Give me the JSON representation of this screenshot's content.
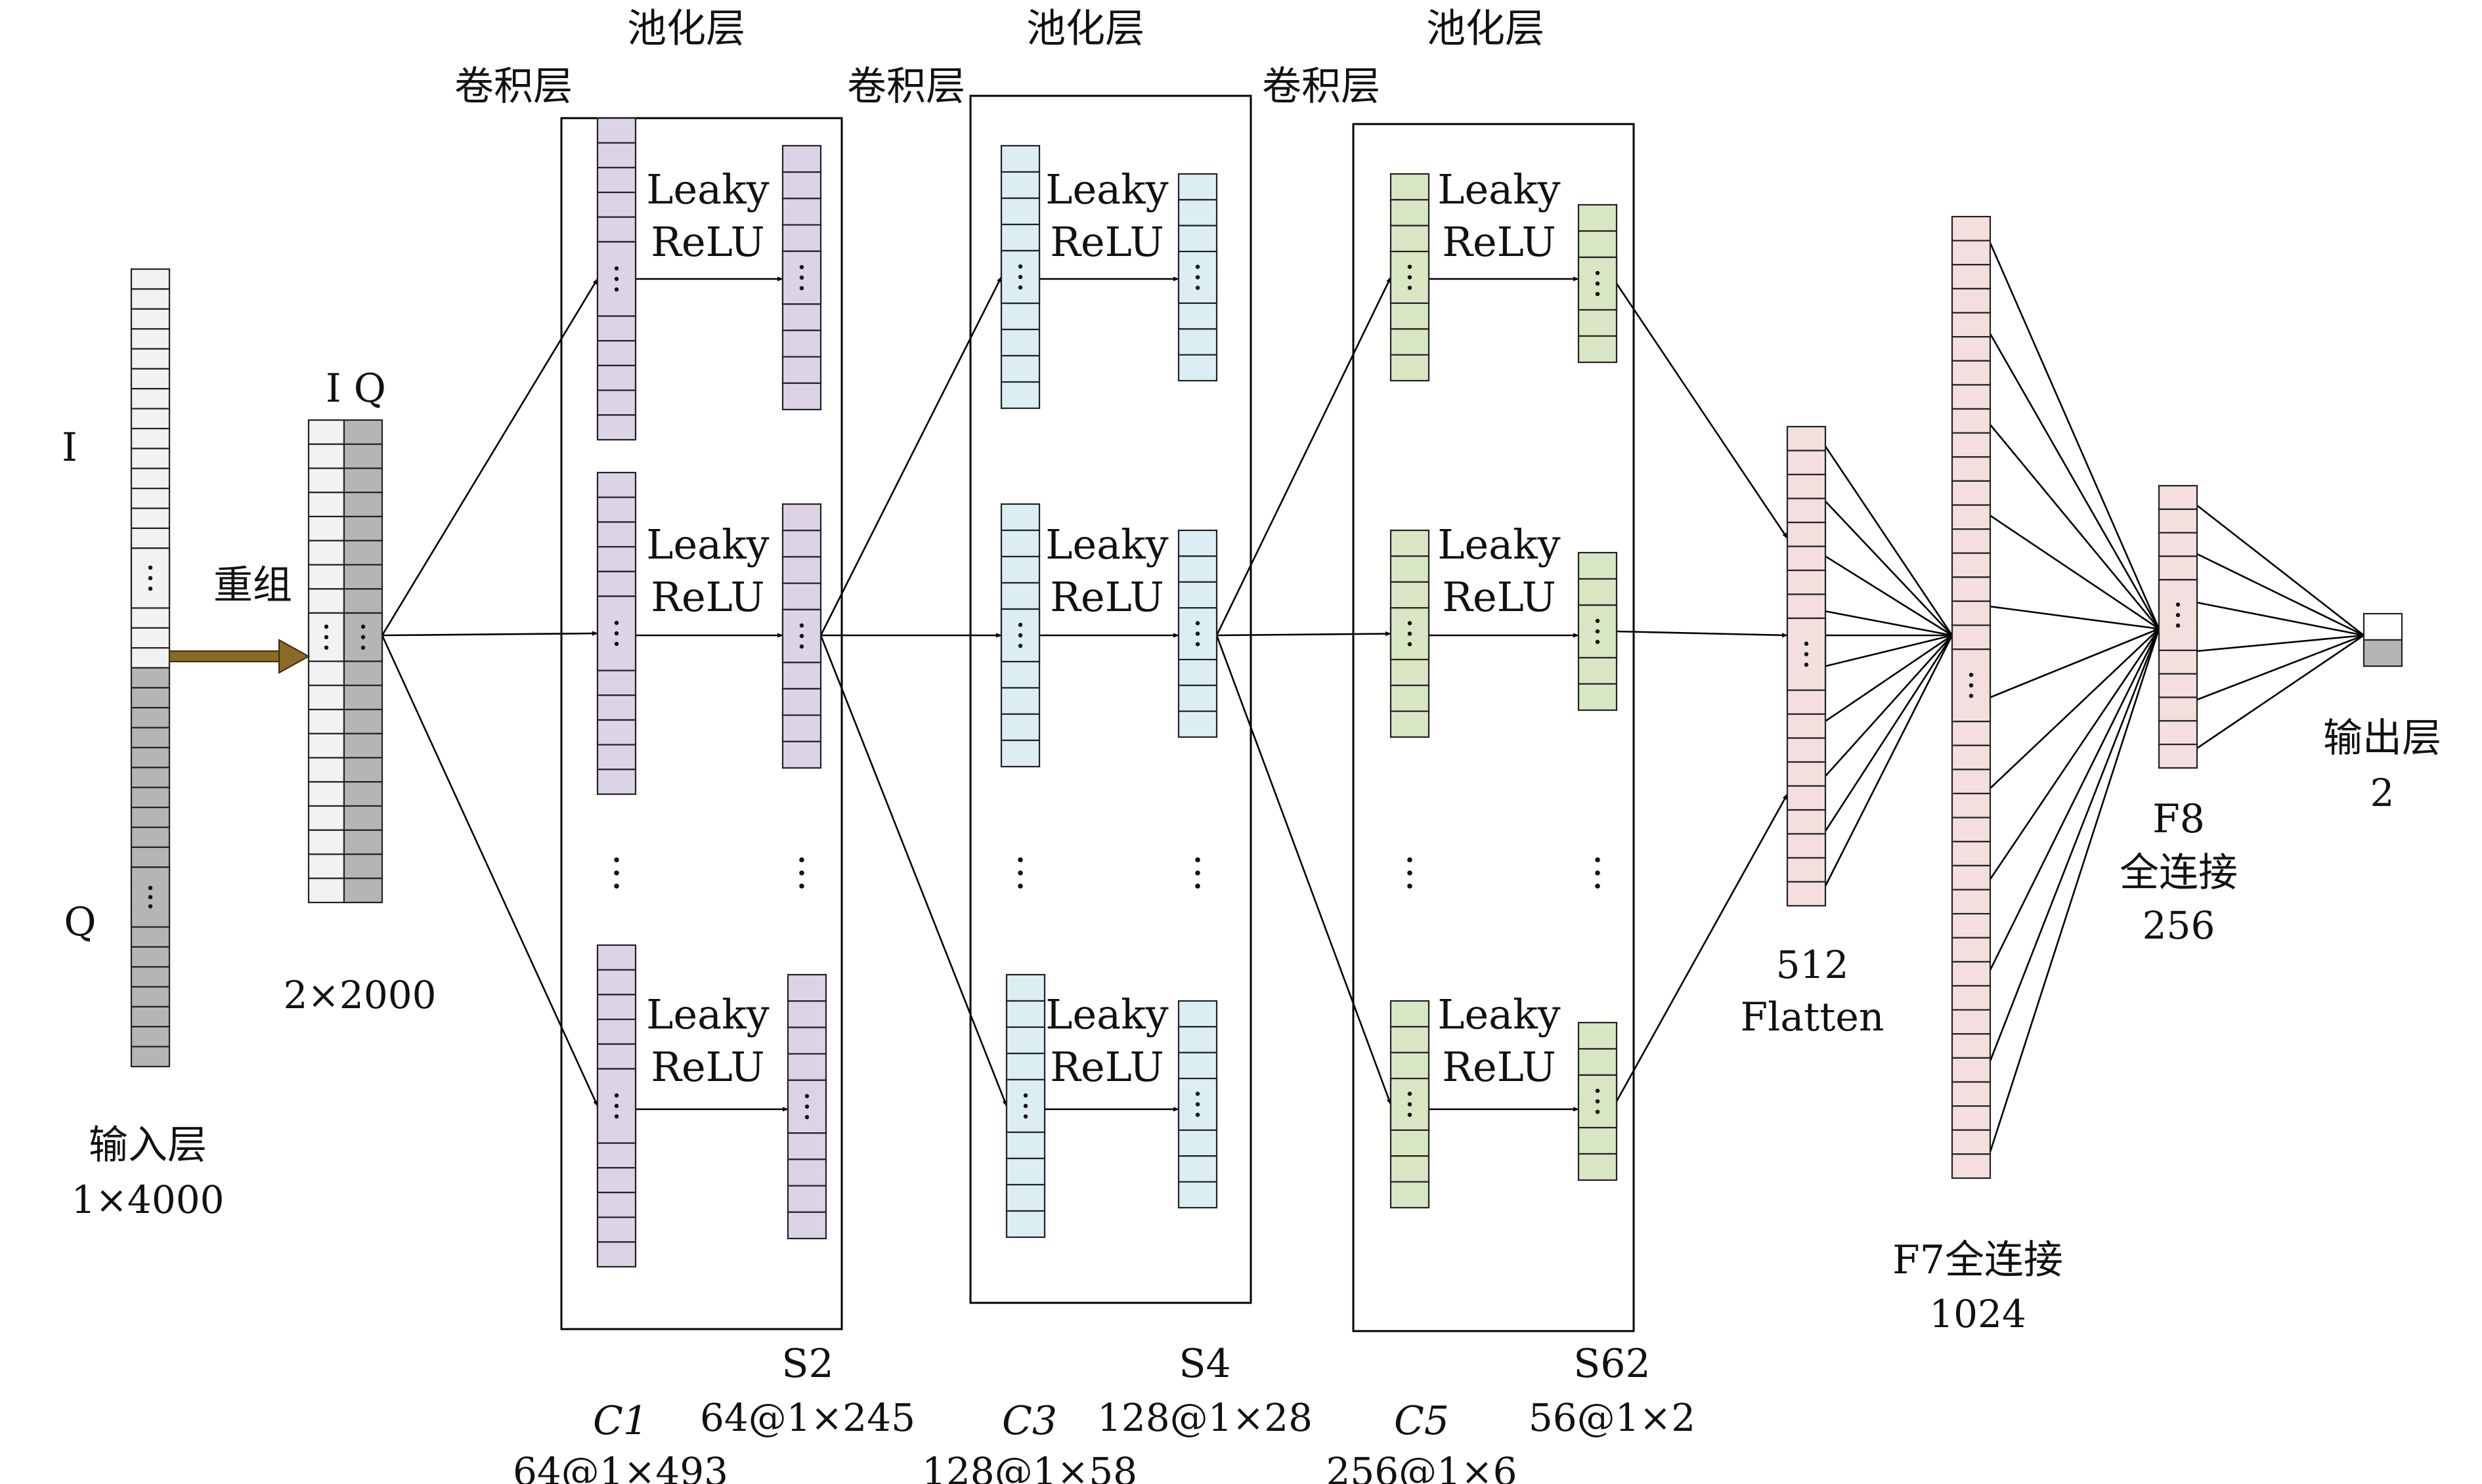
{
  "colors": {
    "input_i": "#f2f2f2",
    "input_q": "#b5b5b5",
    "conv1": "#dcd3e6",
    "conv3": "#dbeef4",
    "conv5": "#d8e6c4",
    "fc": "#f4dede",
    "arrow_fill": "#8a6a26",
    "line": "#000000"
  },
  "input": {
    "i_label": "I",
    "q_label": "Q",
    "title": "输入层",
    "size": "1×4000"
  },
  "reshape": {
    "arrow_label": "重组",
    "column_labels": "I Q",
    "size": "2×2000"
  },
  "block1": {
    "conv_header": "卷积层",
    "pool_header": "池化层",
    "activation_line1": "Leaky",
    "activation_line2": "ReLU",
    "conv_name": "C1",
    "conv_size": "64@1×493",
    "pool_name": "S2",
    "pool_size": "64@1×245"
  },
  "block2": {
    "conv_header": "卷积层",
    "pool_header": "池化层",
    "activation_line1": "Leaky",
    "activation_line2": "ReLU",
    "conv_name": "C3",
    "conv_size": "128@1×58",
    "pool_name": "S4",
    "pool_size": "128@1×28"
  },
  "block3": {
    "conv_header": "卷积层",
    "pool_header": "池化层",
    "activation_line1": "Leaky",
    "activation_line2": "ReLU",
    "conv_name": "C5",
    "conv_size": "256@1×6",
    "pool_name": "S62",
    "pool_size": "56@1×2"
  },
  "flatten": {
    "size": "512",
    "name": "Flatten"
  },
  "fc7": {
    "name": "F7全连接",
    "size": "1024"
  },
  "fc8": {
    "name": "F8",
    "type": "全连接",
    "size": "256"
  },
  "output": {
    "title": "输出层",
    "size": "2"
  }
}
